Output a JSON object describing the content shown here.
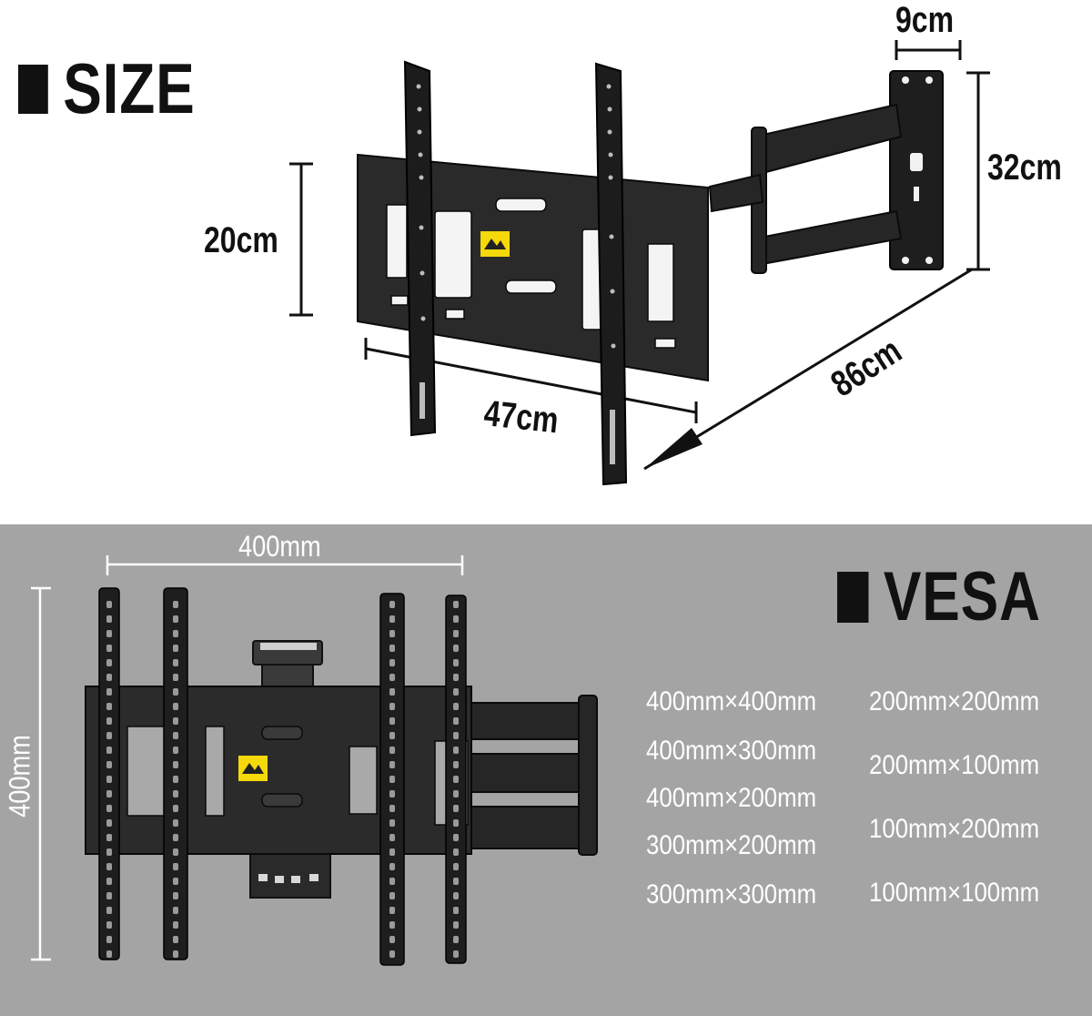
{
  "size_section": {
    "heading": "SIZE",
    "dims": {
      "width_top": "9cm",
      "height_right": "32cm",
      "height_left": "20cm",
      "width_bottom": "47cm",
      "extension": "86cm"
    }
  },
  "vesa_section": {
    "heading": "VESA",
    "dims": {
      "horizontal": "400mm",
      "vertical": "400mm"
    },
    "patterns_left": [
      "400mm×400mm",
      "400mm×300mm",
      "400mm×200mm",
      "300mm×200mm",
      "300mm×300mm"
    ],
    "patterns_right": [
      "200mm×200mm",
      "200mm×100mm",
      "100mm×200mm",
      "100mm×100mm"
    ]
  },
  "logo": {
    "color": "#f5d90a",
    "icon": "mountain-logo-icon"
  },
  "colors": {
    "bracket": "#222222",
    "top_bg": "#ffffff",
    "bottom_bg": "#a4a4a4"
  }
}
